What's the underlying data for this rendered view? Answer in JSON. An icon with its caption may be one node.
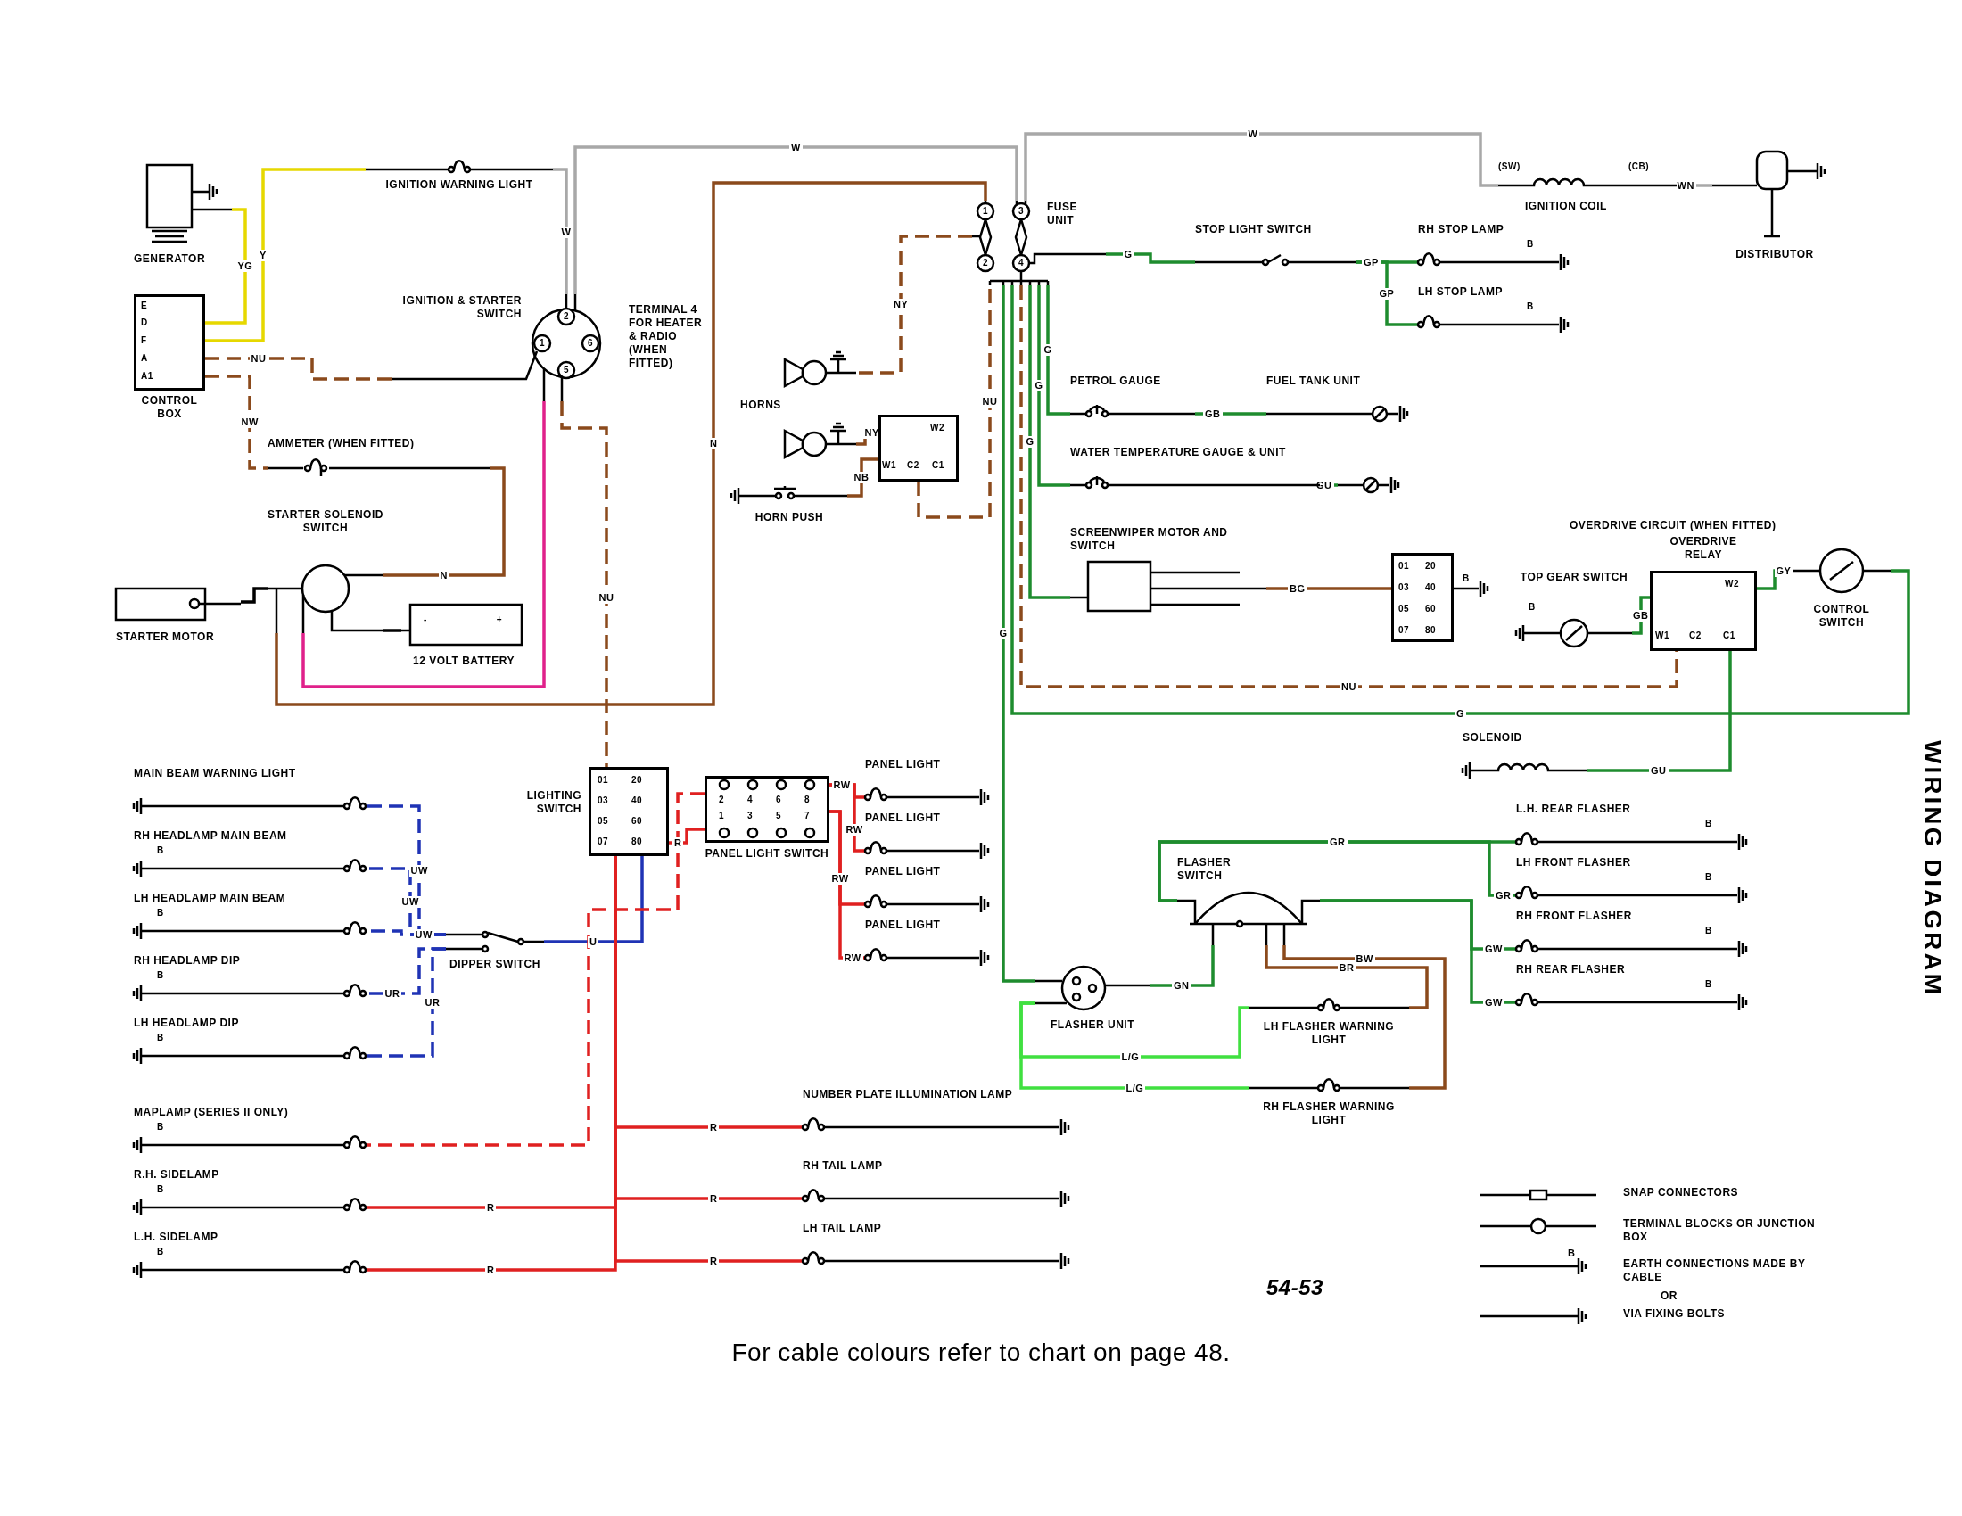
{
  "diagram": {
    "title": "WIRING DIAGRAM",
    "caption": "For cable colours refer to chart on page 48.",
    "nodes": [
      {
        "text": [
          "GENERATOR"
        ]
      },
      {
        "text": [
          "E",
          "D",
          "F",
          "A",
          "A1",
          "CONTROL BOX"
        ]
      },
      {
        "text": [
          "IGNITION WARNING LIGHT"
        ]
      },
      {
        "text": [
          "IGNITION & STARTER SWITCH",
          "2",
          "1",
          "6",
          "5"
        ]
      },
      {
        "text": [
          "AMMETER (WHEN FITTED)"
        ]
      },
      {
        "text": [
          "STARTER SOLENOID SWITCH"
        ]
      },
      {
        "text": [
          "STARTER MOTOR"
        ]
      },
      {
        "text": [
          "-",
          "+",
          "12 VOLT BATTERY"
        ]
      },
      {
        "text": [
          "1",
          "2",
          "3",
          "4",
          "FUSE UNIT"
        ]
      },
      {
        "text": [
          "HORNS"
        ]
      },
      {
        "text": [
          "HORN PUSH"
        ]
      },
      {
        "text": [
          "W2",
          "W1",
          "C2",
          "C1"
        ]
      },
      {
        "text": [
          "IGNITION COIL",
          "(SW)",
          "(CB)"
        ]
      },
      {
        "text": [
          "DISTRIBUTOR"
        ]
      },
      {
        "text": [
          "STOP LIGHT SWITCH"
        ]
      },
      {
        "text": [
          "RH STOP LAMP",
          "B"
        ]
      },
      {
        "text": [
          "LH STOP LAMP",
          "B"
        ]
      },
      {
        "text": [
          "PETROL GAUGE"
        ]
      },
      {
        "text": [
          "FUEL TANK UNIT"
        ]
      },
      {
        "text": [
          "WATER TEMPERATURE GAUGE & UNIT"
        ]
      },
      {
        "text": [],
        "shape": "circle"
      },
      {
        "text": [
          "SCREENWIPER MOTOR AND SWITCH"
        ]
      },
      {
        "text": [
          "01",
          "20",
          "03",
          "40",
          "05",
          "60",
          "07",
          "80",
          "B"
        ]
      },
      {
        "text": [
          "OVERDRIVE RELAY",
          "W2",
          "W1",
          "C2",
          "C1"
        ]
      },
      {
        "text": [
          "TOP GEAR SWITCH",
          "B"
        ]
      },
      {
        "text": [
          "CONTROL SWITCH"
        ]
      },
      {
        "text": [
          "SOLENOID"
        ]
      },
      {
        "text": [
          "LIGHTING SWITCH",
          "01",
          "20",
          "03",
          "40",
          "05",
          "60",
          "07",
          "80"
        ]
      },
      {
        "text": [
          "2",
          "4",
          "6",
          "8",
          "1",
          "3",
          "5",
          "7",
          "PANEL LIGHT SWITCH"
        ]
      },
      {
        "text": [
          "PANEL LIGHT"
        ]
      },
      {
        "text": [
          "PANEL LIGHT"
        ]
      },
      {
        "text": [
          "PANEL LIGHT"
        ]
      },
      {
        "text": [
          "PANEL LIGHT"
        ]
      },
      {
        "text": [
          "MAIN BEAM WARNING LIGHT"
        ]
      },
      {
        "text": [
          "RH HEADLAMP MAIN BEAM",
          "B"
        ]
      },
      {
        "text": [
          "LH HEADLAMP MAIN BEAM",
          "B"
        ]
      },
      {
        "text": [
          "RH HEADLAMP DIP",
          "B"
        ]
      },
      {
        "text": [
          "LH HEADLAMP DIP",
          "B"
        ]
      },
      {
        "text": [
          "DIPPER SWITCH"
        ]
      },
      {
        "text": [
          "MAPLAMP (SERIES II ONLY)",
          "B"
        ]
      },
      {
        "text": [
          "R.H. SIDELAMP",
          "B"
        ]
      },
      {
        "text": [
          "L.H. SIDELAMP",
          "B"
        ]
      },
      {
        "text": [
          "NUMBER PLATE ILLUMINATION LAMP"
        ]
      },
      {
        "text": [
          "RH TAIL LAMP"
        ]
      },
      {
        "text": [
          "LH TAIL LAMP"
        ]
      },
      {
        "text": [
          "FLASHER SWITCH"
        ]
      },
      {
        "text": [
          "FLASHER UNIT"
        ]
      },
      {
        "text": [
          "LH FLASHER WARNING LIGHT"
        ]
      },
      {
        "text": [
          "RH FLASHER WARNING LIGHT"
        ]
      },
      {
        "text": [
          "L.H. REAR FLASHER",
          "B"
        ]
      },
      {
        "text": [
          "LH FRONT FLASHER",
          "B"
        ]
      },
      {
        "text": [
          "RH FRONT FLASHER",
          "B"
        ]
      },
      {
        "text": [
          "RH REAR FLASHER",
          "B"
        ]
      }
    ],
    "edges": [
      {
        "from": 1,
        "to": 0,
        "arrow": "none",
        "label": "YG",
        "color": "#e6d800"
      },
      {
        "from": 1,
        "to": 2,
        "arrow": "none",
        "label": "Y",
        "color": "#e6d800"
      },
      {
        "from": 2,
        "to": 3,
        "arrow": "none",
        "label": "W",
        "color": "#a8a8a8"
      },
      {
        "from": 3,
        "to": 8,
        "arrow": "none",
        "label": "W",
        "color": "#a8a8a8"
      },
      {
        "from": 1,
        "to": 3,
        "arrow": "none",
        "label": "NU",
        "color": "#8b4a1c",
        "style": "dashed"
      },
      {
        "from": 1,
        "to": 4,
        "arrow": "none",
        "label": "NW",
        "color": "#8b4a1c",
        "style": "dashed"
      },
      {
        "from": 4,
        "to": 5,
        "arrow": "none",
        "label": "N",
        "color": "#8b4a1c"
      },
      {
        "from": 5,
        "to": 6,
        "arrow": "none",
        "color": "#000000"
      },
      {
        "from": 5,
        "to": 7,
        "arrow": "none",
        "color": "#000000"
      },
      {
        "from": 3,
        "to": 5,
        "arrow": "none",
        "color": "#e0218a"
      },
      {
        "from": 5,
        "to": 8,
        "arrow": "none",
        "label": "N",
        "color": "#8b4a1c"
      },
      {
        "from": 3,
        "to": 27,
        "arrow": "none",
        "label": "NU",
        "color": "#8b4a1c",
        "style": "dashed"
      },
      {
        "from": 8,
        "to": 9,
        "arrow": "none",
        "label": "NY",
        "color": "#8b4a1c",
        "style": "dashed"
      },
      {
        "from": 9,
        "to": 11,
        "arrow": "none",
        "label": "NY",
        "color": "#8b4a1c",
        "style": "dashed"
      },
      {
        "from": 10,
        "to": 11,
        "arrow": "none",
        "label": "NB",
        "color": "#8b4a1c"
      },
      {
        "from": 11,
        "to": 8,
        "arrow": "none",
        "label": "NU",
        "color": "#8b4a1c",
        "style": "dashed"
      },
      {
        "from": 8,
        "to": 12,
        "arrow": "none",
        "label": "W",
        "color": "#a8a8a8"
      },
      {
        "from": 12,
        "to": 13,
        "arrow": "none",
        "label": "WN",
        "color": "#a8a8a8"
      },
      {
        "from": 8,
        "to": 14,
        "arrow": "none",
        "label": "G"
      },
      {
        "from": 14,
        "to": 15,
        "arrow": "none",
        "label": "GP"
      },
      {
        "from": 14,
        "to": 16,
        "arrow": "none",
        "label": "GP"
      },
      {
        "from": 8,
        "to": 17,
        "arrow": "none",
        "label": "G"
      },
      {
        "from": 17,
        "to": 18,
        "arrow": "none",
        "label": "GB"
      },
      {
        "from": 8,
        "to": 19,
        "arrow": "none",
        "label": "G"
      },
      {
        "from": 19,
        "to": 20,
        "arrow": "none",
        "label": "GU"
      },
      {
        "from": 8,
        "to": 21,
        "arrow": "none",
        "label": "G"
      },
      {
        "from": 21,
        "to": 22,
        "arrow": "none",
        "label": "BG",
        "color": "#8b4a1c"
      },
      {
        "from": 8,
        "to": 23,
        "arrow": "none",
        "label": "NU",
        "color": "#8b4a1c",
        "style": "dashed"
      },
      {
        "from": 8,
        "to": 25,
        "arrow": "none",
        "label": "G"
      },
      {
        "from": 25,
        "to": 23,
        "arrow": "none",
        "label": "GY"
      },
      {
        "from": 23,
        "to": 24,
        "arrow": "none",
        "label": "GB"
      },
      {
        "from": 23,
        "to": 26,
        "arrow": "none",
        "label": "GU"
      },
      {
        "from": 27,
        "to": 28,
        "arrow": "none",
        "label": "R",
        "color": "#e02020"
      },
      {
        "from": 28,
        "to": 29,
        "arrow": "none",
        "label": "RW",
        "color": "#e02020"
      },
      {
        "from": 28,
        "to": 30,
        "arrow": "none",
        "label": "RW",
        "color": "#e02020"
      },
      {
        "from": 28,
        "to": 31,
        "arrow": "none",
        "label": "RW",
        "color": "#e02020"
      },
      {
        "from": 28,
        "to": 32,
        "arrow": "none",
        "label": "RW",
        "color": "#e02020"
      },
      {
        "from": 27,
        "to": 38,
        "arrow": "none",
        "label": "U",
        "color": "#1f33b5"
      },
      {
        "from": 38,
        "to": 33,
        "arrow": "none",
        "label": "UW",
        "color": "#1f33b5",
        "style": "dashed"
      },
      {
        "from": 38,
        "to": 34,
        "arrow": "none",
        "label": "UW",
        "color": "#1f33b5",
        "style": "dashed"
      },
      {
        "from": 38,
        "to": 35,
        "arrow": "none",
        "label": "UW",
        "color": "#1f33b5",
        "style": "dashed"
      },
      {
        "from": 38,
        "to": 36,
        "arrow": "none",
        "label": "UR",
        "color": "#1f33b5",
        "style": "dashed"
      },
      {
        "from": 38,
        "to": 37,
        "arrow": "none",
        "label": "UR",
        "color": "#1f33b5",
        "style": "dashed"
      },
      {
        "from": 28,
        "to": 39,
        "arrow": "none",
        "color": "#e02020",
        "style": "dashed"
      },
      {
        "from": 27,
        "to": 40,
        "arrow": "none",
        "label": "R",
        "color": "#e02020"
      },
      {
        "from": 27,
        "to": 41,
        "arrow": "none",
        "label": "R",
        "color": "#e02020"
      },
      {
        "from": 27,
        "to": 42,
        "arrow": "none",
        "label": "R",
        "color": "#e02020"
      },
      {
        "from": 27,
        "to": 43,
        "arrow": "none",
        "label": "R",
        "color": "#e02020"
      },
      {
        "from": 27,
        "to": 44,
        "arrow": "none",
        "label": "R",
        "color": "#e02020"
      },
      {
        "from": 8,
        "to": 46,
        "arrow": "none",
        "label": "G"
      },
      {
        "from": 46,
        "to": 45,
        "arrow": "none",
        "label": "GN"
      },
      {
        "from": 46,
        "to": 47,
        "arrow": "none",
        "label": "L/G",
        "color": "#40e040"
      },
      {
        "from": 46,
        "to": 48,
        "arrow": "none",
        "label": "L/G",
        "color": "#40e040"
      },
      {
        "from": 45,
        "to": 47,
        "arrow": "none",
        "label": "BR",
        "color": "#8b4a1c"
      },
      {
        "from": 45,
        "to": 48,
        "arrow": "none",
        "label": "BW",
        "color": "#8b4a1c"
      },
      {
        "from": 45,
        "to": 49,
        "arrow": "none",
        "label": "GR"
      },
      {
        "from": 45,
        "to": 50,
        "arrow": "none",
        "label": "GR"
      },
      {
        "from": 45,
        "to": 51,
        "arrow": "none",
        "label": "GW"
      },
      {
        "from": 45,
        "to": 52,
        "arrow": "none",
        "label": "GW"
      }
    ],
    "labels": [
      "TERMINAL 4 FOR HEATER & RADIO (WHEN FITTED)",
      "OVERDRIVE CIRCUIT (WHEN FITTED)",
      "54-53",
      "OR",
      "B"
    ],
    "legend": [
      {
        "text": "SNAP CONNECTORS"
      },
      {
        "text": "TERMINAL BLOCKS OR JUNCTION BOX"
      },
      {
        "text": "EARTH CONNECTIONS MADE BY CABLE"
      },
      {
        "text": "VIA FIXING BOLTS"
      }
    ]
  }
}
